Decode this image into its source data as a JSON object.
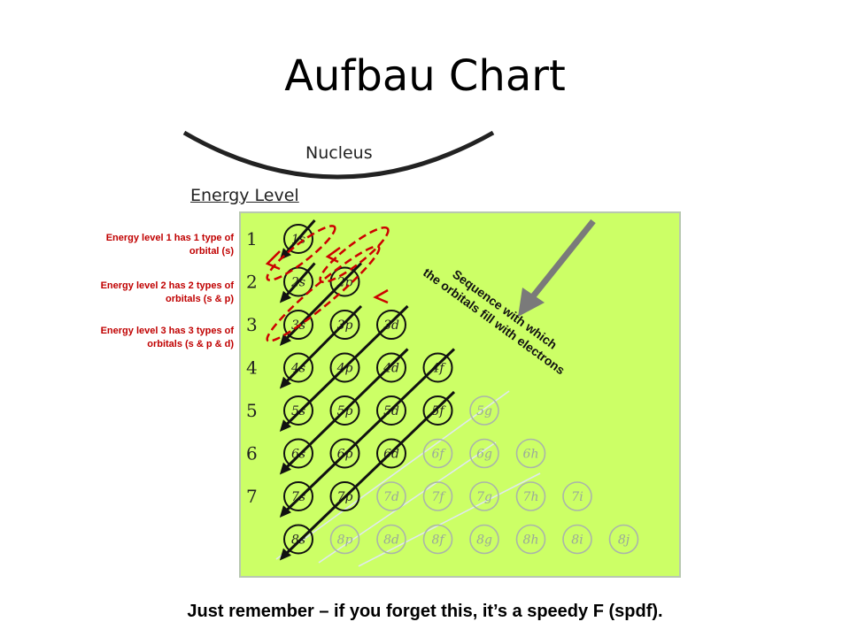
{
  "title": "Aufbau Chart",
  "nucleus_label": "Nucleus",
  "energy_level_heading": "Energy Level",
  "notes": [
    {
      "line1": "Energy level 1 has 1 type of",
      "line2": "orbital (s)"
    },
    {
      "line1": "Energy level 2 has 2 types of",
      "line2": "orbitals (s & p)"
    },
    {
      "line1": "Energy level 3 has 3 types of",
      "line2": "orbitals (s & p & d)"
    }
  ],
  "chart": {
    "background_color": "#ccff66",
    "sequence_label_line1": "Sequence with which",
    "sequence_label_line2": "the orbitals fill with electrons",
    "levels": [
      "1",
      "2",
      "3",
      "4",
      "5",
      "6",
      "7"
    ],
    "rows": [
      [
        "1s"
      ],
      [
        "2s",
        "2p"
      ],
      [
        "3s",
        "3p",
        "3d"
      ],
      [
        "4s",
        "4p",
        "4d",
        "4f"
      ],
      [
        "5s",
        "5p",
        "5d",
        "5f",
        "5g"
      ],
      [
        "6s",
        "6p",
        "6d",
        "6f",
        "6g",
        "6h"
      ],
      [
        "7s",
        "7p",
        "7d",
        "7f",
        "7g",
        "7h",
        "7i"
      ],
      [
        "8s",
        "8p",
        "8d",
        "8f",
        "8g",
        "8h",
        "8i",
        "8j"
      ]
    ]
  },
  "footer": "Just remember – if you forget this, it’s a speedy F (spdf)."
}
